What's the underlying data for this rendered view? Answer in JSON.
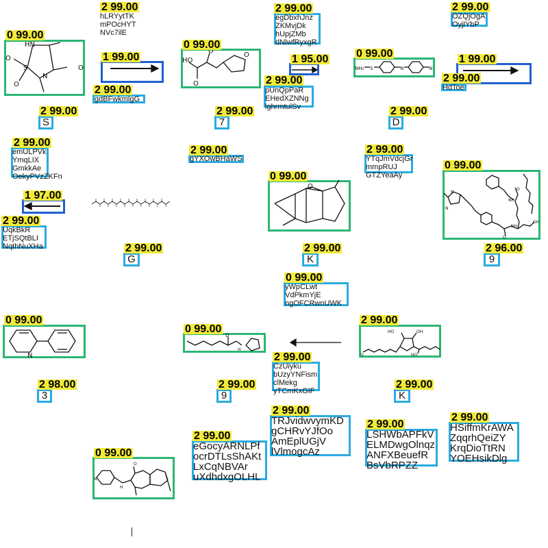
{
  "scores": {
    "s1": "0 99.00",
    "s2": "2 99.00",
    "s3": "2 99.00",
    "s4": "1 99.00",
    "s5": "2 99.00",
    "s6": "0 99.00",
    "s7": "2 99.00",
    "s8": "1 95.00",
    "s9": "2 99.00",
    "s10": "0 99.00",
    "s11": "2 99.00",
    "s12": "2 99.00",
    "s13": "1 99.00",
    "s14": "2 99.00",
    "s15": "2 99.00",
    "s16": "2 99.00",
    "s17": "1 97.00",
    "s18": "2 99.00",
    "s19": "2 99.00",
    "s20": "0 99.00",
    "s21": "2 99.00",
    "s22": "2 99.00",
    "s23": "0 99.00",
    "s24": "2 96.00",
    "s25": "2 99.00",
    "s26": "0 99.00",
    "s27": "0 99.00",
    "s28": "0 99.00",
    "s29": "2 99.00",
    "s30": "2 98.00",
    "s31": "2 99.00",
    "s32": "2 99.00",
    "s33": "2 99.00",
    "s34": "2 99.00",
    "s35": "2 99.00",
    "s36": "0 99.00",
    "s37": "2 99.00"
  },
  "labels": {
    "l_s": "S",
    "l_7": "7",
    "l_d": "D",
    "l_g": "G",
    "l_k1": "K",
    "l_9a": "9",
    "l_3": "3",
    "l_9b": "9",
    "l_k2": "K"
  },
  "texts": {
    "t1": "hLRYytTK\nmPOcHYT\nNVc7ilE",
    "t2": "gdBFwkmlgG",
    "t3": "egDbxhJnz\nZKMvjDk\nhUpjZMb\ndNlwfRyxgR",
    "t4": "pUnQpPaR\nEHedXZNNg\nlghrmtulSv",
    "t5": "OZQjOgA\nOyjlYbP",
    "t6": "HdToe",
    "t7": "emULPVk\nYmqLIX\nGmkkAe\nOekyPVzZKFn",
    "t8": "gYXOwBHaWS",
    "t9": "YTqJmVdcjGr\nmmpRUJ\nGTZYeaAy",
    "t10": "UqkBkR\nETjSQtBLI\nNqthNuXHa",
    "t11": "yWpCLwt\nVdPkmYjE\nngOFCRwnUWK",
    "t12": "CzUiyku\nbUzyYNFism\nclMekg\nyTCmKxGIF",
    "t13": "TRJvidwvymKD\ngCHRvYJfOo\nAmEplUGjV\nlVlmogcAz",
    "t14": "eGocyARNLPf\nocrDTLsShAKt\nLxCqNBVAr\nuXdhdxgOLHL",
    "t15": "LSHWbAPFkV\nELMDwgOlnqz\nANFXBeuefR\nBsVbRPZZ",
    "t16": "HSiffmKrAWA\nZqqrhQeiZY\nKrqDioTtRN\nYOEHsikDlg"
  },
  "atoms": {
    "hn": "HN",
    "o": "O",
    "s": "S",
    "n": "N",
    "ho": "HO",
    "oh": "OH",
    "nh": "NH",
    "nh2": "NH₂",
    "h": "H"
  },
  "colors": {
    "green_box": "#2bb673",
    "cyan_box": "#29abe2",
    "blue_box": "#1f5fd1",
    "score_tag": "#f2ea3a"
  }
}
